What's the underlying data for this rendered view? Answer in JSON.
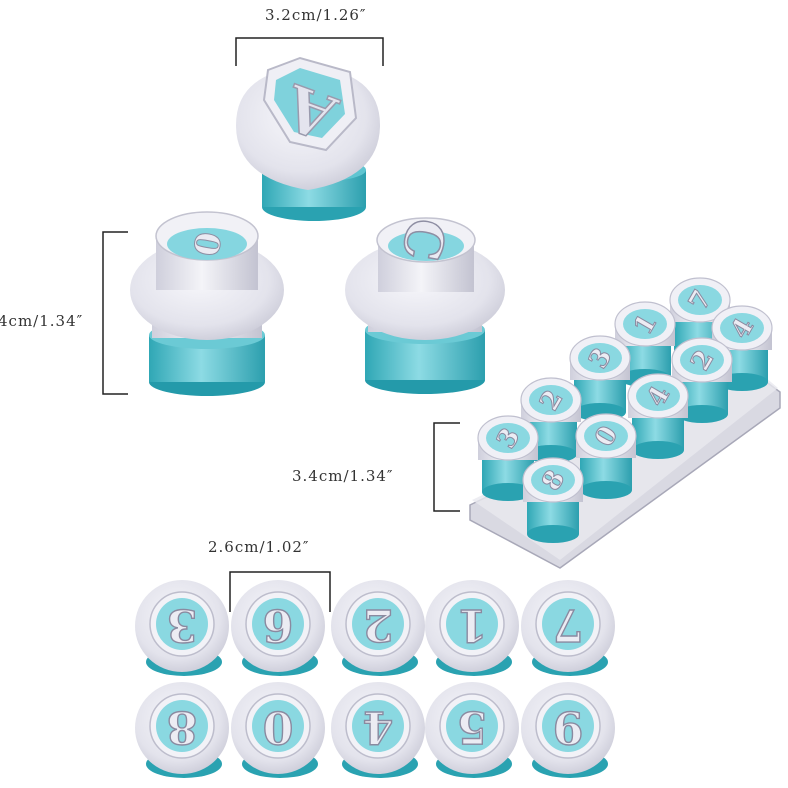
{
  "dimensions": {
    "top_width": "3.2cm/1.26″",
    "left_height": "4cm/1.34″",
    "tray_height": "3.4cm/1.34″",
    "row_width": "2.6cm/1.02″"
  },
  "glyphs": {
    "top_cutter": "A",
    "left_cutter": "0",
    "right_cutter": "C",
    "row1": [
      "3",
      "6",
      "2",
      "1",
      "7"
    ],
    "row2": [
      "8",
      "0",
      "4",
      "5",
      "9"
    ],
    "tray": [
      "3",
      "2",
      "3",
      "1",
      "7",
      "8",
      "0",
      "4",
      "2",
      "4"
    ]
  },
  "colors": {
    "plastic_white": "#e9e9f1",
    "plastic_shadow": "#c7c7d4",
    "teal": "#7fd2dc",
    "teal_dark": "#39b0bd"
  }
}
